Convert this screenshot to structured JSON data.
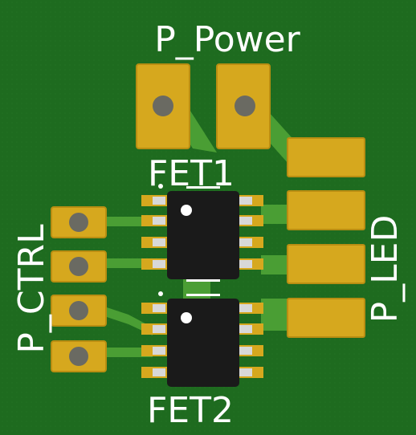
{
  "board": {
    "colors": {
      "board": "#1e6b1f",
      "copper": "#4a9e34",
      "pad": "#d6a81e",
      "pad_edge": "#b98e12",
      "drill": "#6a6a62",
      "ic_body": "#1a1a1a",
      "ic_pin": "#d8d8d8",
      "silkscreen": "#ffffff"
    },
    "labels": {
      "power": "P_Power",
      "fet1": "FET1",
      "fet2": "FET2",
      "ctrl": "P_CTRL",
      "led": "P_LED"
    }
  }
}
